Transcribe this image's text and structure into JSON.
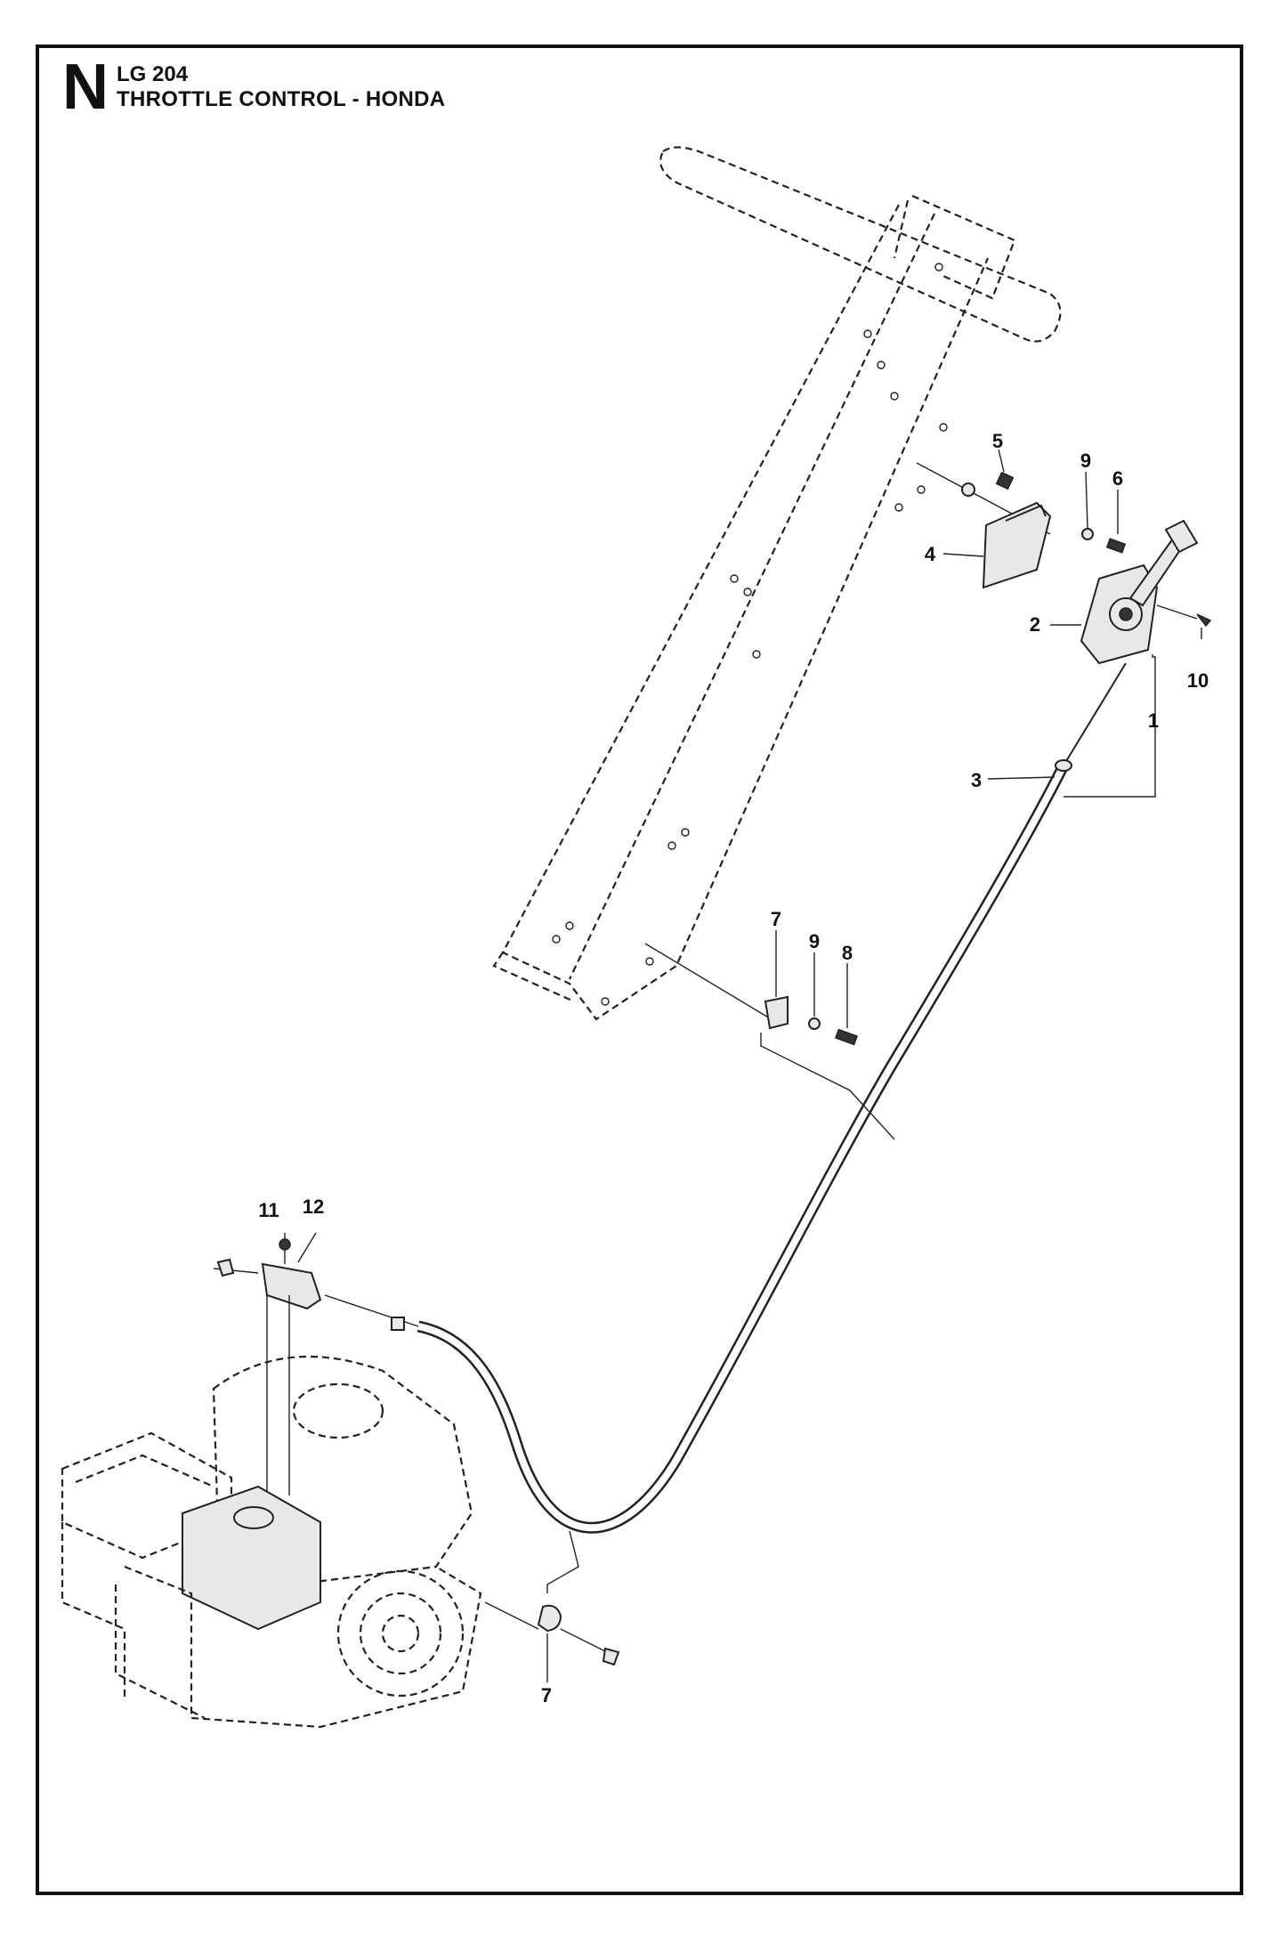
{
  "header": {
    "section_letter": "N",
    "model": "LG 204",
    "title": "THROTTLE CONTROL -  HONDA"
  },
  "callouts": {
    "c1": "1",
    "c2": "2",
    "c3": "3",
    "c4": "4",
    "c5": "5",
    "c6": "6",
    "c7_upper": "7",
    "c7_lower": "7",
    "c8": "8",
    "c9_upper": "9",
    "c9_lower": "9",
    "c10": "10",
    "c11": "11",
    "c12": "12"
  },
  "colors": {
    "ink": "#111111",
    "background": "#ffffff"
  }
}
